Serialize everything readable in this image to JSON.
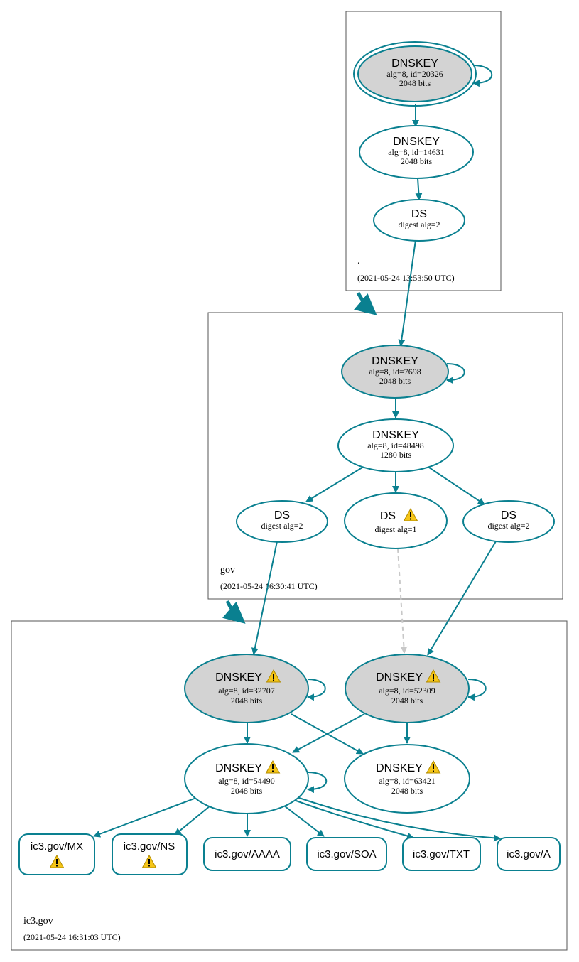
{
  "colors": {
    "edge": "#0a8090",
    "key_fill": "#d3d3d3",
    "warning_fill": "#f5c518",
    "dashed_edge": "#c8c8c8",
    "zone_border": "#555555"
  },
  "zones": {
    "root": {
      "name": ".",
      "timestamp": "(2021-05-24 13:53:50 UTC)"
    },
    "gov": {
      "name": "gov",
      "timestamp": "(2021-05-24 16:30:41 UTC)"
    },
    "ic3": {
      "name": "ic3.gov",
      "timestamp": "(2021-05-24 16:31:03 UTC)"
    }
  },
  "nodes": {
    "root_ksk": {
      "type": "DNSKEY",
      "detail1": "alg=8, id=20326",
      "detail2": "2048 bits"
    },
    "root_zsk": {
      "type": "DNSKEY",
      "detail1": "alg=8, id=14631",
      "detail2": "2048 bits"
    },
    "root_ds": {
      "type": "DS",
      "detail1": "digest alg=2"
    },
    "gov_ksk": {
      "type": "DNSKEY",
      "detail1": "alg=8, id=7698",
      "detail2": "2048 bits"
    },
    "gov_zsk": {
      "type": "DNSKEY",
      "detail1": "alg=8, id=48498",
      "detail2": "1280 bits"
    },
    "gov_ds_a": {
      "type": "DS",
      "detail1": "digest alg=2"
    },
    "gov_ds_b": {
      "type": "DS",
      "detail1": "digest alg=1",
      "warning": true
    },
    "gov_ds_c": {
      "type": "DS",
      "detail1": "digest alg=2"
    },
    "ic3_ksk_a": {
      "type": "DNSKEY",
      "detail1": "alg=8, id=32707",
      "detail2": "2048 bits",
      "warning": true
    },
    "ic3_ksk_b": {
      "type": "DNSKEY",
      "detail1": "alg=8, id=52309",
      "detail2": "2048 bits",
      "warning": true
    },
    "ic3_zsk_a": {
      "type": "DNSKEY",
      "detail1": "alg=8, id=54490",
      "detail2": "2048 bits",
      "warning": true
    },
    "ic3_zsk_b": {
      "type": "DNSKEY",
      "detail1": "alg=8, id=63421",
      "detail2": "2048 bits",
      "warning": true
    }
  },
  "records": {
    "mx": {
      "label": "ic3.gov/MX",
      "warning": true
    },
    "ns": {
      "label": "ic3.gov/NS",
      "warning": true
    },
    "aaaa": {
      "label": "ic3.gov/AAAA"
    },
    "soa": {
      "label": "ic3.gov/SOA"
    },
    "txt": {
      "label": "ic3.gov/TXT"
    },
    "a": {
      "label": "ic3.gov/A"
    }
  }
}
